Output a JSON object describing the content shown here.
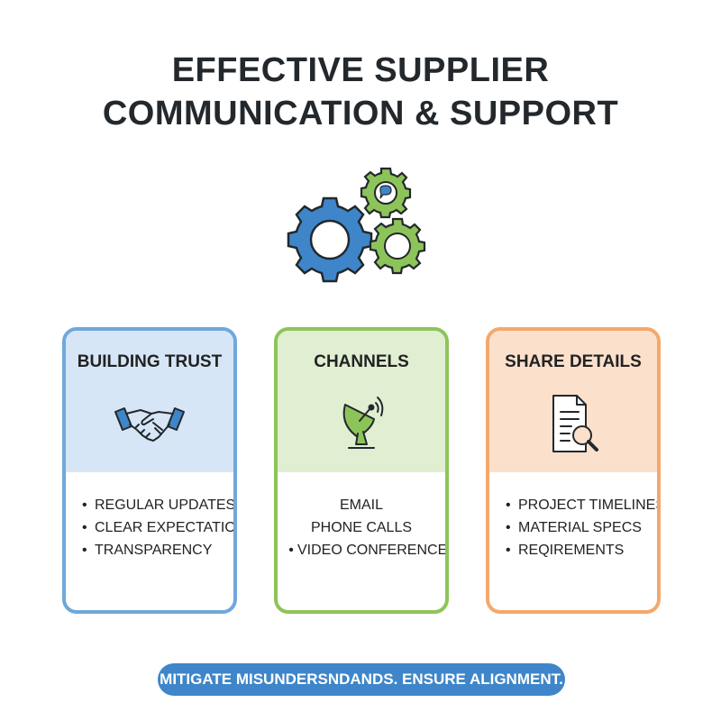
{
  "title": {
    "line1": "EFFECTIVE SUPPLIER",
    "line2": "COMMUNICATION & SUPPORT"
  },
  "icons": {
    "gears": "gears-icon",
    "trust": "handshake-icon",
    "channels": "satellite-dish-icon",
    "details": "document-magnifier-icon"
  },
  "colors": {
    "blue": "#3e86c9",
    "green": "#8dc45a",
    "orange": "#f4a86b"
  },
  "cards": {
    "trust": {
      "title": "BUILDING TRUST",
      "items": [
        "REGULAR UPDATES",
        "CLEAR EXPECTATIONS",
        "TRANSPARENCY"
      ]
    },
    "channels": {
      "title": "CHANNELS",
      "items": [
        "EMAIL",
        "PHONE CALLS",
        "VIDEO CONFERENCES"
      ]
    },
    "details": {
      "title": "SHARE DETAILS",
      "items": [
        "PROJECT TIMELINES",
        "MATERIAL SPECS",
        "REQIREMENTS"
      ]
    }
  },
  "footer": {
    "text": "MITIGATE MISUNDERSNDANDS. ENSURE ALIGNMENT."
  }
}
